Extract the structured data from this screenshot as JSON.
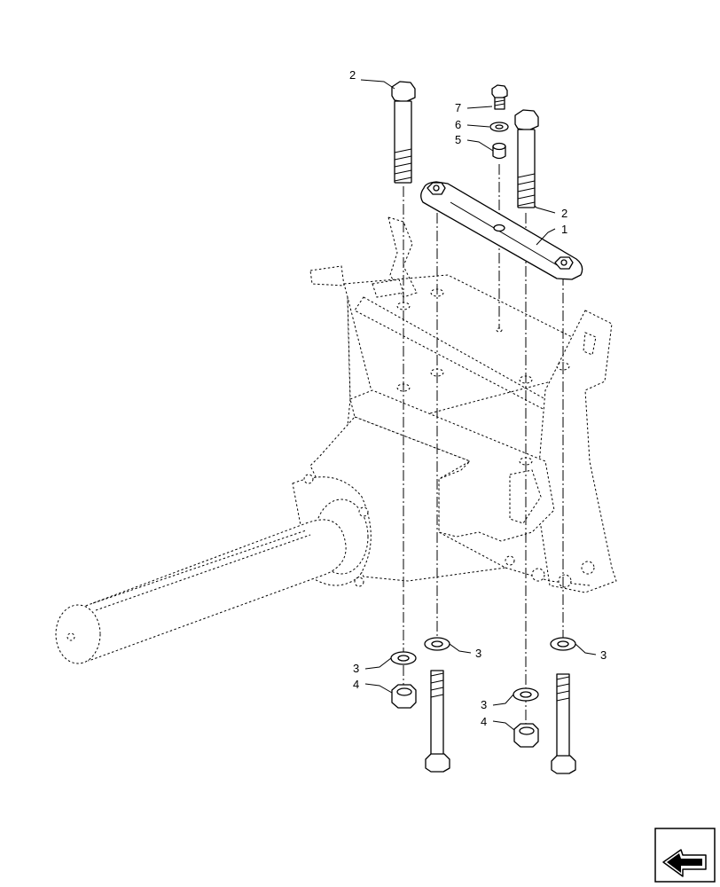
{
  "callouts": {
    "c1": "1",
    "c2a": "2",
    "c2b": "2",
    "c3a": "3",
    "c3b": "3",
    "c3c": "3",
    "c3d": "3",
    "c4a": "4",
    "c4b": "4",
    "c5": "5",
    "c6": "6",
    "c7": "7"
  },
  "navigation": {
    "icon": "next-page-arrow-icon"
  }
}
